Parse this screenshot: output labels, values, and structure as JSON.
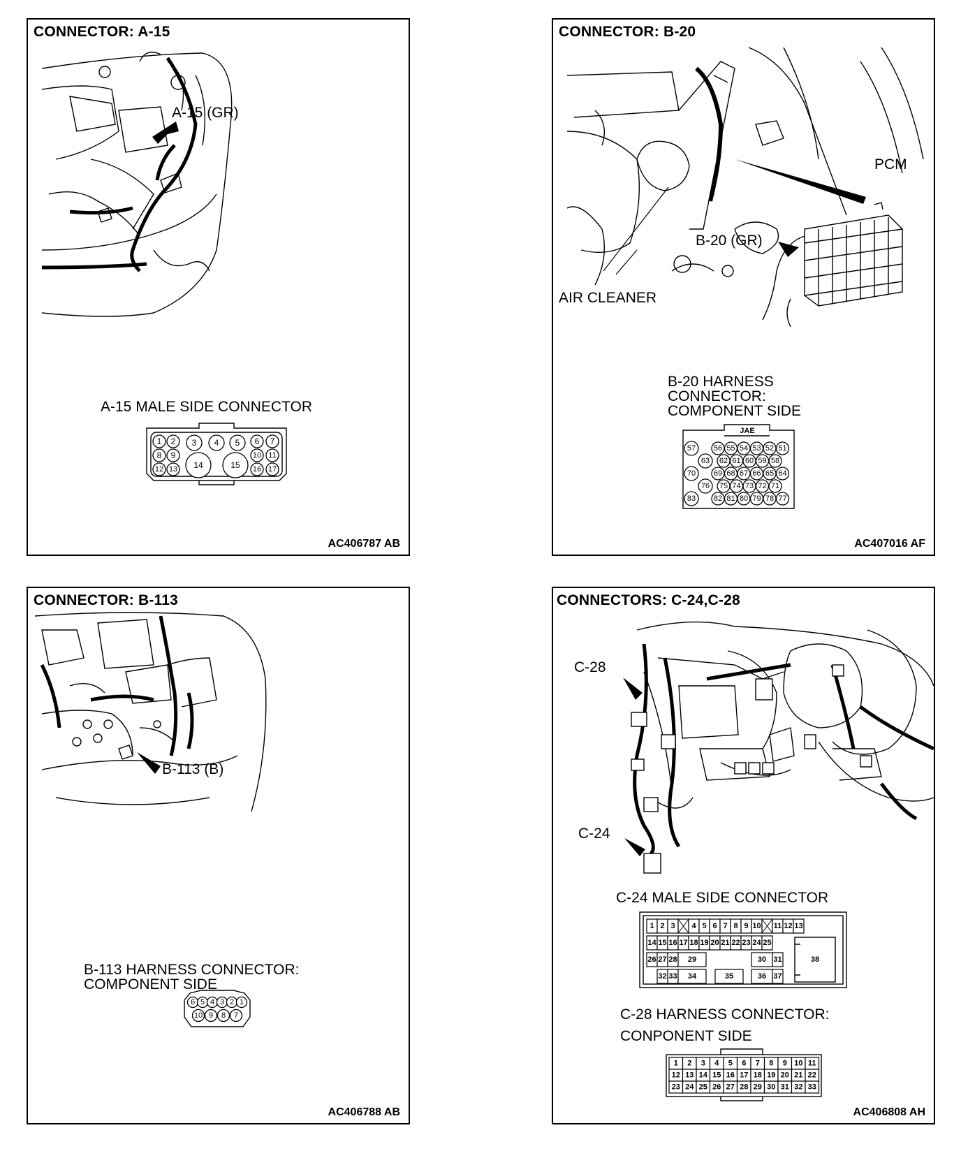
{
  "panels": [
    {
      "title": "CONNECTOR: A-15",
      "callout": "A-15 (GR)",
      "connector_caption": "A-15 MALE SIDE CONNECTOR",
      "pins": [
        "1",
        "2",
        "3",
        "4",
        "5",
        "6",
        "7",
        "8",
        "9",
        "10",
        "11",
        "12",
        "13",
        "14",
        "15",
        "16",
        "17"
      ],
      "figure_id": "AC406787 AB"
    },
    {
      "title": "CONNECTOR: B-20",
      "callouts": {
        "pcm": "PCM",
        "connector": "B-20 (GR)",
        "air_cleaner": "AIR CLEANER"
      },
      "connector_caption_lines": [
        "B-20 HARNESS",
        "CONNECTOR:",
        "COMPONENT SIDE"
      ],
      "connector_tag": "JAE",
      "pin_rows": [
        [
          "57",
          "56",
          "55",
          "54",
          "53",
          "52",
          "51"
        ],
        [
          "63",
          "62",
          "61",
          "60",
          "59",
          "58"
        ],
        [
          "70",
          "69",
          "68",
          "67",
          "66",
          "65",
          "64"
        ],
        [
          "76",
          "75",
          "74",
          "73",
          "72",
          "71"
        ],
        [
          "83",
          "82",
          "81",
          "80",
          "79",
          "78",
          "77"
        ]
      ],
      "figure_id": "AC407016 AF"
    },
    {
      "title": "CONNECTOR: B-113",
      "callout": "B-113 (B)",
      "connector_caption_lines": [
        "B-113 HARNESS CONNECTOR:",
        "COMPONENT SIDE"
      ],
      "pin_rows": [
        [
          "6",
          "5",
          "4",
          "3",
          "2",
          "1"
        ],
        [
          "10",
          "9",
          "8",
          "7"
        ]
      ],
      "figure_id": "AC406788 AB"
    },
    {
      "title": "CONNECTORS: C-24,C-28",
      "callouts": {
        "c28": "C-28",
        "c24": "C-24"
      },
      "c24_caption": "C-24 MALE SIDE CONNECTOR",
      "c24_pins": [
        "1",
        "2",
        "3",
        "4",
        "5",
        "6",
        "7",
        "8",
        "9",
        "10",
        "11",
        "12",
        "13",
        "14",
        "15",
        "16",
        "17",
        "18",
        "19",
        "20",
        "21",
        "22",
        "23",
        "24",
        "25",
        "26",
        "27",
        "28",
        "29",
        "30",
        "31",
        "32",
        "33",
        "34",
        "35",
        "36",
        "37",
        "38"
      ],
      "c28_caption_lines": [
        "C-28 HARNESS CONNECTOR:",
        "CONPONENT SIDE"
      ],
      "c28_pin_rows": [
        [
          "1",
          "2",
          "3",
          "4",
          "5",
          "6",
          "7",
          "8",
          "9",
          "10",
          "11"
        ],
        [
          "12",
          "13",
          "14",
          "15",
          "16",
          "17",
          "18",
          "19",
          "20",
          "21",
          "22"
        ],
        [
          "23",
          "24",
          "25",
          "26",
          "27",
          "28",
          "29",
          "30",
          "31",
          "32",
          "33"
        ]
      ],
      "figure_id": "AC406808 AH"
    }
  ]
}
